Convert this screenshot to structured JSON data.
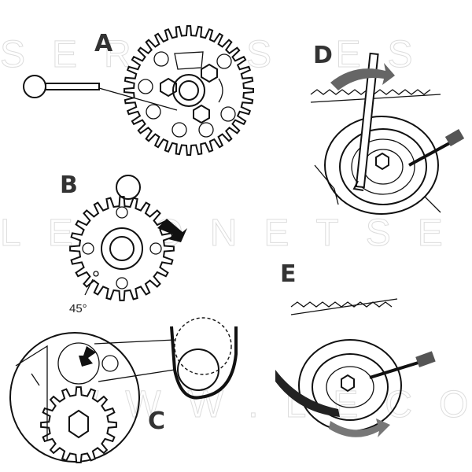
{
  "labels": {
    "a": "A",
    "b": "B",
    "c": "C",
    "d": "D",
    "e": "E",
    "angle": "45°"
  },
  "watermark": {
    "top": "SERVIS ES",
    "middle": "LECONETSERVIS",
    "bottom": "WWW.LECONET"
  },
  "colors": {
    "line": "#111111",
    "label": "#333333",
    "watermark": "#dddddd"
  }
}
